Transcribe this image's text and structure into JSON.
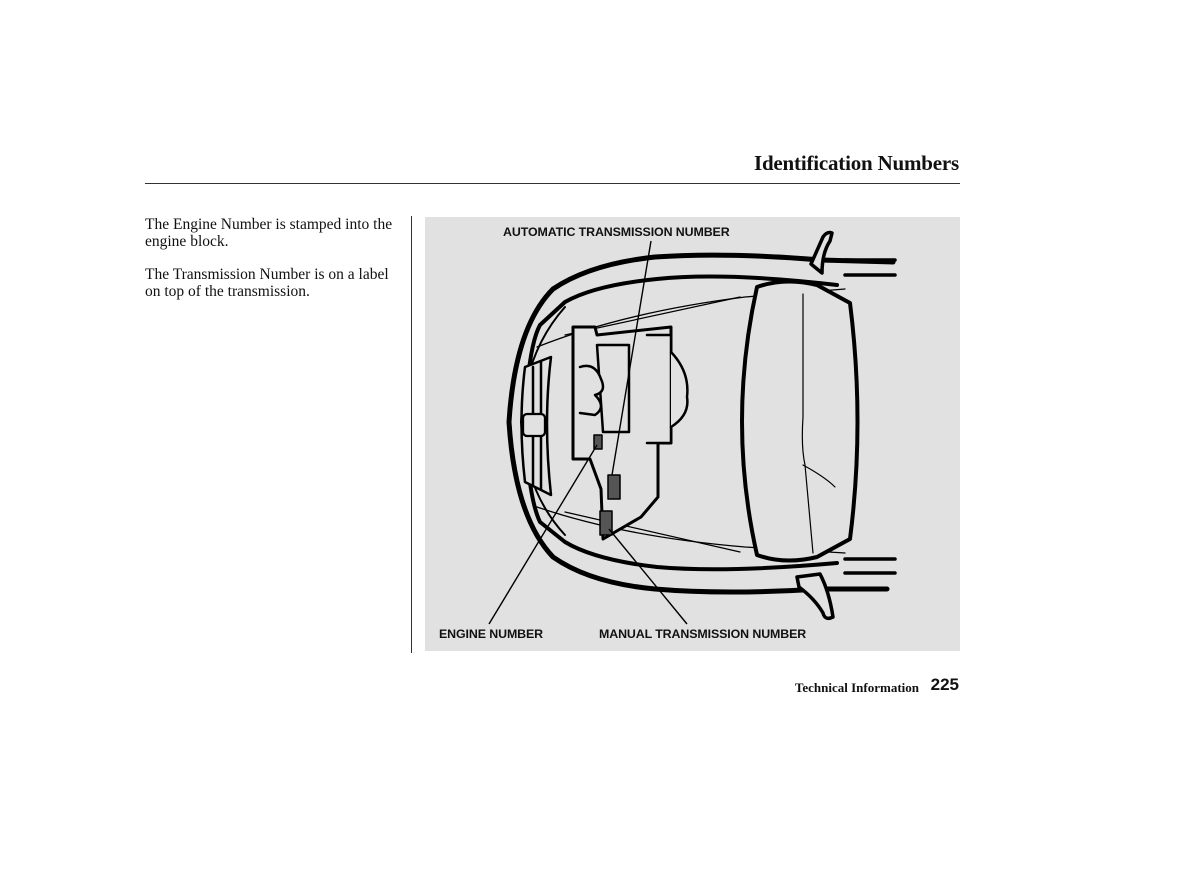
{
  "page": {
    "title": "Identification Numbers",
    "section": "Technical Information",
    "page_number": "225"
  },
  "body": {
    "paragraphs": [
      "The Engine Number is stamped into the engine block.",
      "The Transmission Number is on a label on top of the transmission."
    ]
  },
  "figure": {
    "labels": {
      "automatic_transmission": "AUTOMATIC TRANSMISSION NUMBER",
      "engine": "ENGINE NUMBER",
      "manual_transmission": "MANUAL TRANSMISSION NUMBER"
    }
  }
}
